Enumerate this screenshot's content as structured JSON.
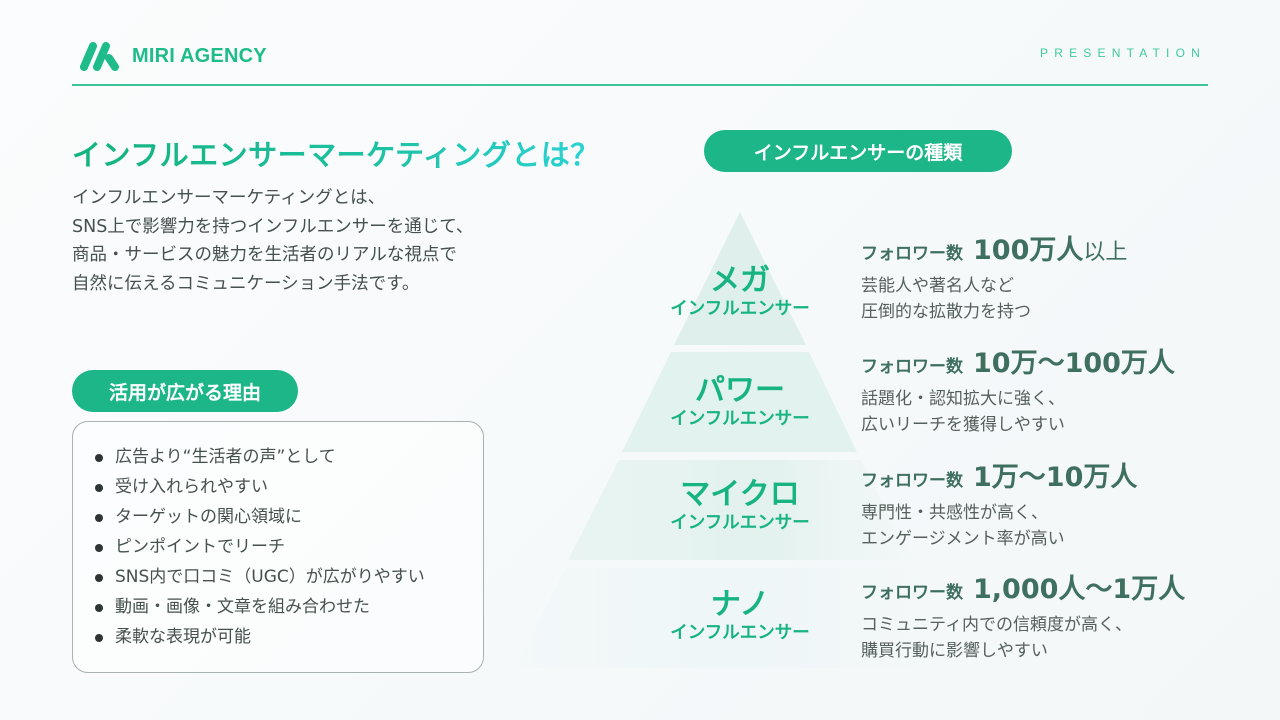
{
  "header": {
    "brand": "MIRI AGENCY",
    "logo_icon": "brand-m-logo-icon",
    "tagline": "PRESENTATION",
    "accent_color": "#1ebc8a"
  },
  "intro": {
    "title": "インフルエンサーマーケティングとは？",
    "lines": [
      "インフルエンサーマーケティングとは、",
      "SNS上で影響力を持つインフルエンサーを通じて、",
      "商品・サービスの魅力を生活者のリアルな視点で",
      "自然に伝えるコミュニケーション手法です。"
    ]
  },
  "reasons": {
    "heading": "活用が広がる理由",
    "items": [
      "広告より“生活者の声”として",
      "受け入れられやすい",
      "ターゲットの関心領域に",
      "ピンポイントでリーチ",
      "SNS内で口コミ（UGC）が広がりやすい",
      "動画・画像・文章を組み合わせた",
      "柔軟な表現が可能"
    ]
  },
  "types": {
    "heading": "インフルエンサーの種類",
    "tiers": [
      {
        "name": "メガ",
        "sub": "インフルエンサー",
        "label": "フォロワー数",
        "range": "100万人",
        "range_suffix": "以上",
        "desc": [
          "芸能人や著名人など",
          "圧倒的な拡散力を持つ"
        ]
      },
      {
        "name": "パワー",
        "sub": "インフルエンサー",
        "label": "フォロワー数",
        "range": "10万～100万人",
        "range_suffix": "",
        "desc": [
          "話題化・認知拡大に強く、",
          "広いリーチを獲得しやすい"
        ]
      },
      {
        "name": "マイクロ",
        "sub": "インフルエンサー",
        "label": "フォロワー数",
        "range": "1万～10万人",
        "range_suffix": "",
        "desc": [
          "専門性・共感性が高く、",
          "エンゲージメント率が高い"
        ]
      },
      {
        "name": "ナノ",
        "sub": "インフルエンサー",
        "label": "フォロワー数",
        "range": "1,000人～1万人",
        "range_suffix": "",
        "desc": [
          "コミュニティ内での信頼度が高く、",
          "購買行動に影響しやすい"
        ]
      }
    ]
  }
}
